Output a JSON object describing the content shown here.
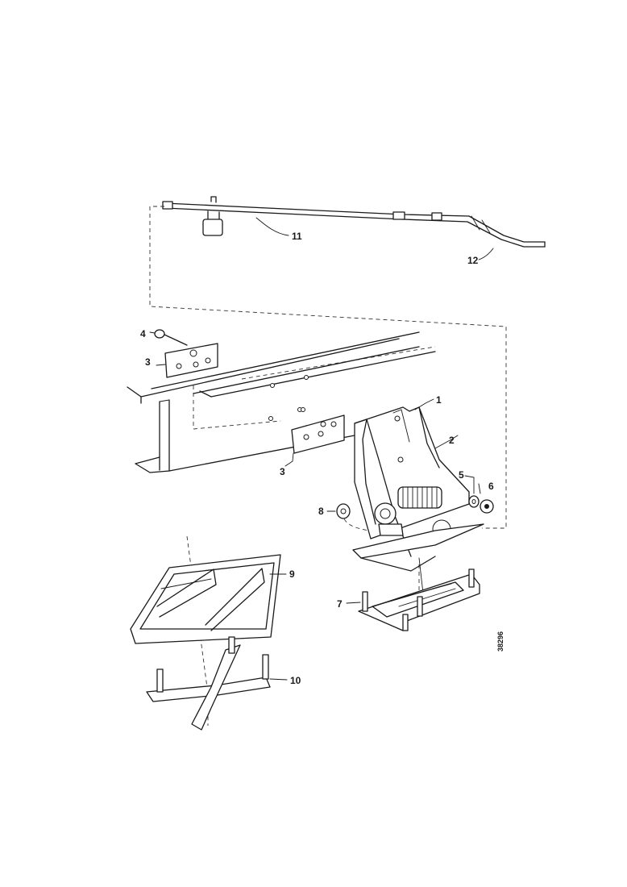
{
  "callouts": {
    "c1": "1",
    "c2": "2",
    "c3a": "3",
    "c3b": "3",
    "c4": "4",
    "c5": "5",
    "c6": "6",
    "c7": "7",
    "c8": "8",
    "c9": "9",
    "c10": "10",
    "c11": "11",
    "c12": "12"
  },
  "reference_number": "38296"
}
